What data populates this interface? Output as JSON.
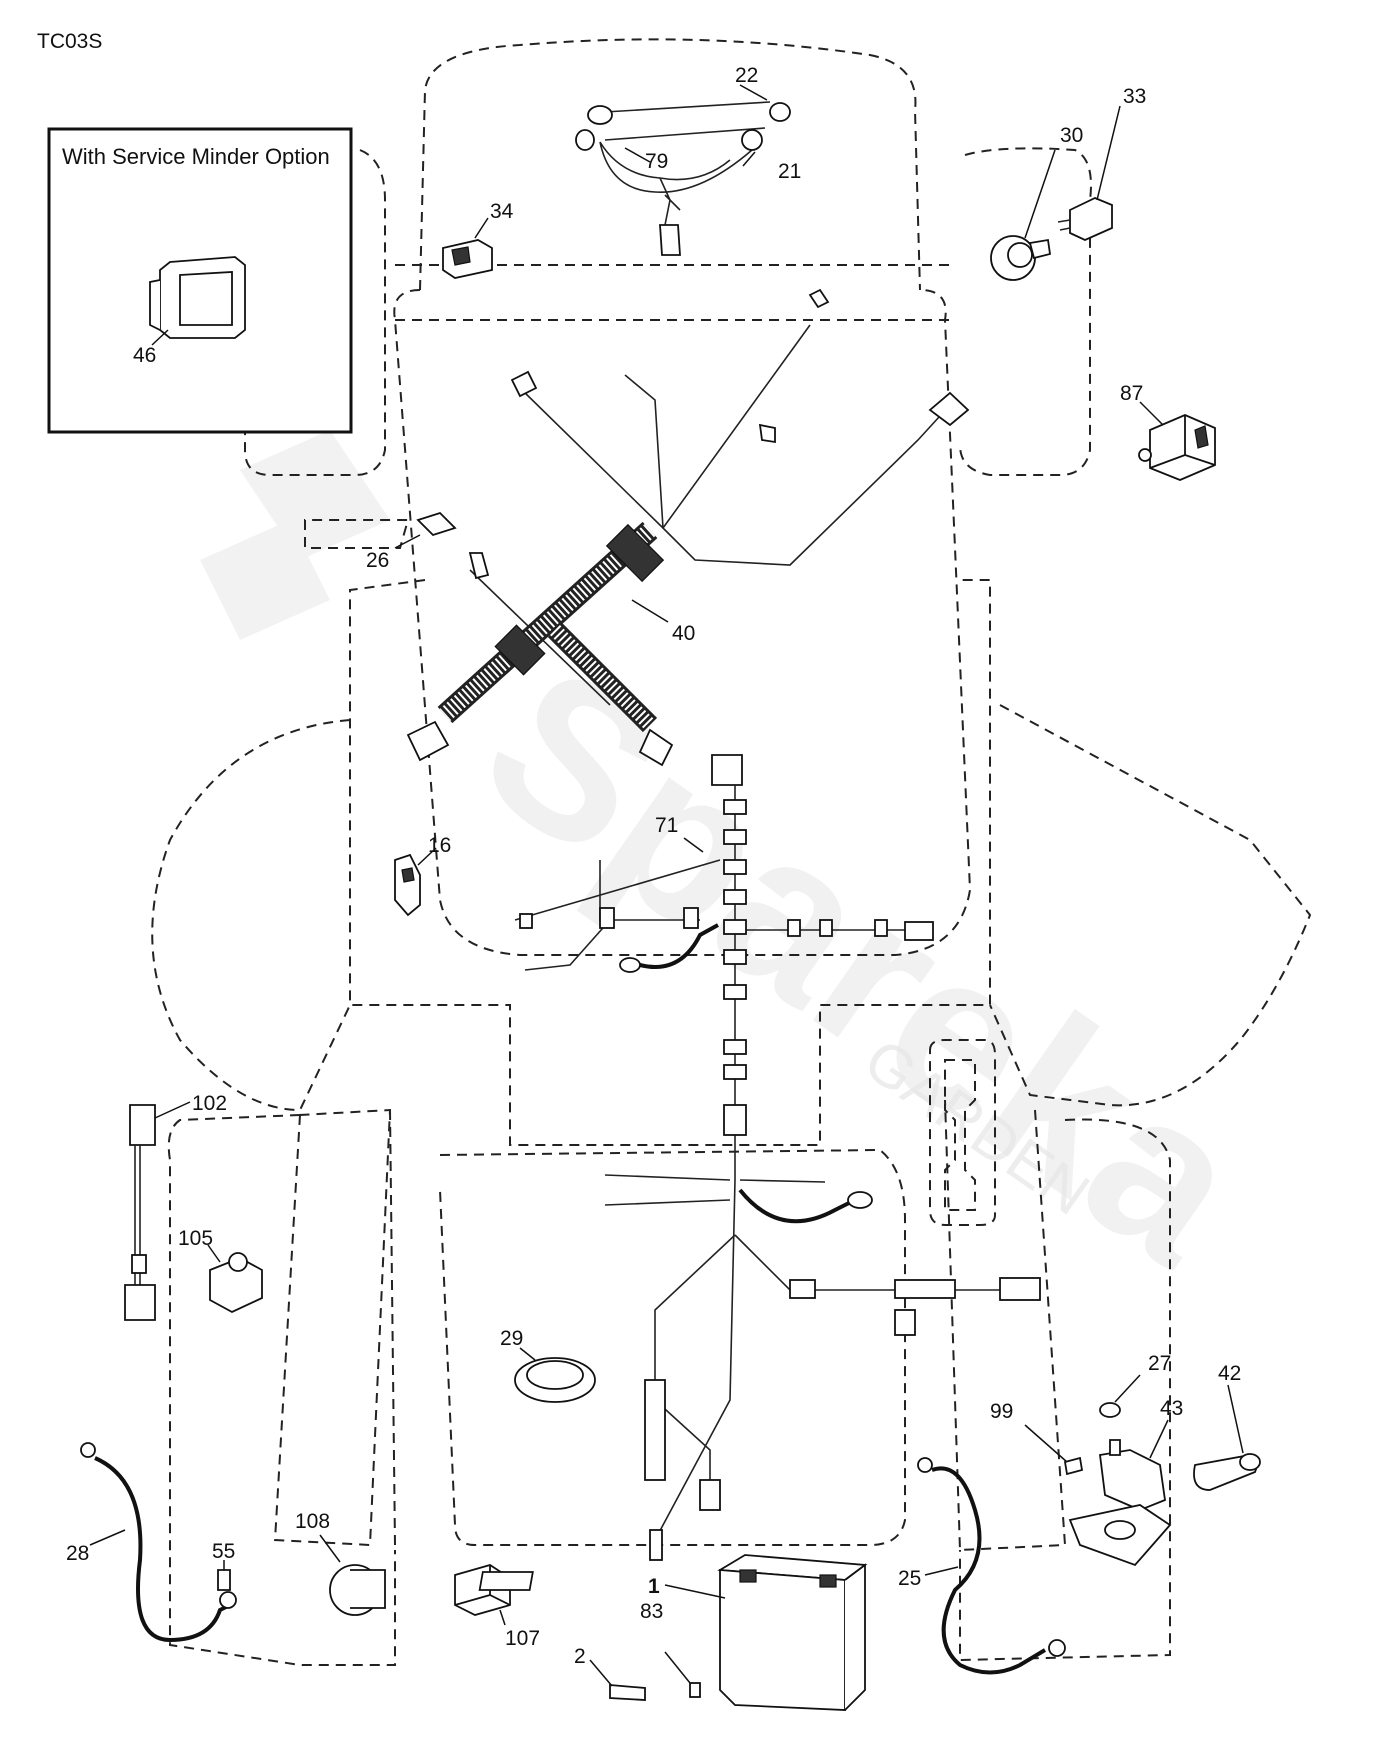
{
  "diagram_code": "TC03S",
  "inset": {
    "title": "With Service Minder Option",
    "part": "46"
  },
  "watermark": {
    "brand": "Spareka",
    "sub": "GARDEN"
  },
  "parts": {
    "p1": "1",
    "p2": "2",
    "p16": "16",
    "p21": "21",
    "p22": "22",
    "p25": "25",
    "p26": "26",
    "p27": "27",
    "p28": "28",
    "p29": "29",
    "p30": "30",
    "p33": "33",
    "p34": "34",
    "p40": "40",
    "p42": "42",
    "p43": "43",
    "p55": "55",
    "p71": "71",
    "p79": "79",
    "p83": "83",
    "p87": "87",
    "p99": "99",
    "p102": "102",
    "p105": "105",
    "p107": "107",
    "p108": "108"
  }
}
